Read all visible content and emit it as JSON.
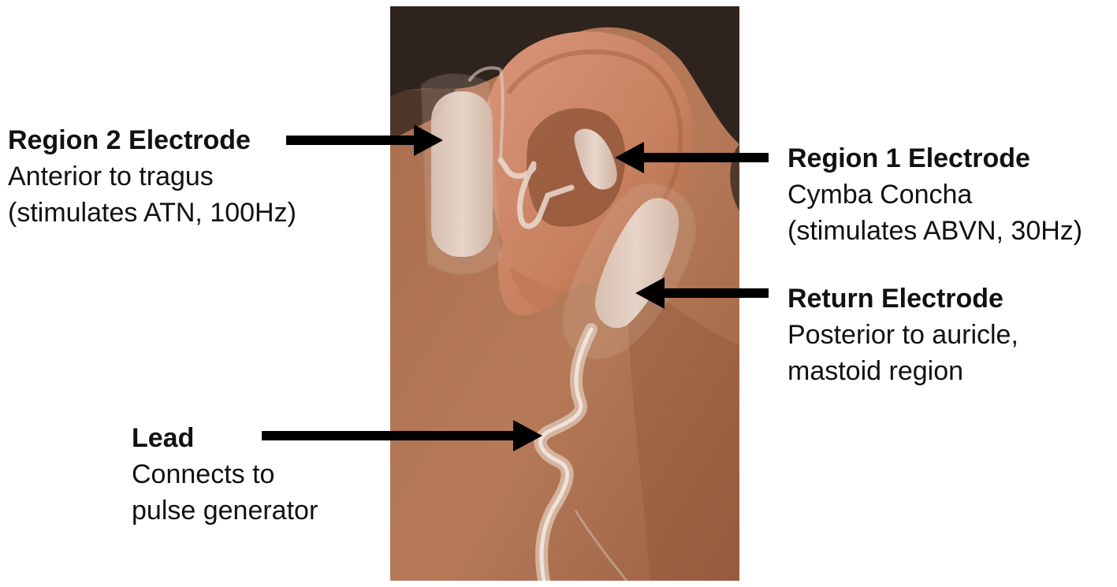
{
  "labels": {
    "region2": {
      "title": "Region 2 Electrode",
      "lines": [
        "Anterior to tragus",
        "(stimulates ATN, 100Hz)"
      ]
    },
    "region1": {
      "title": "Region 1 Electrode",
      "lines": [
        "Cymba Concha",
        "(stimulates ABVN, 30Hz)"
      ]
    },
    "return": {
      "title": "Return Electrode",
      "lines": [
        "Posterior to auricle,",
        "mastoid region"
      ]
    },
    "lead": {
      "title": "Lead",
      "lines": [
        "Connects to",
        "pulse generator"
      ]
    }
  },
  "colors": {
    "skin": "#b67a58",
    "skin_dark": "#8c5236",
    "hair": "#2f231d",
    "electrode": "#e2cfc3",
    "arrow": "#000000"
  }
}
